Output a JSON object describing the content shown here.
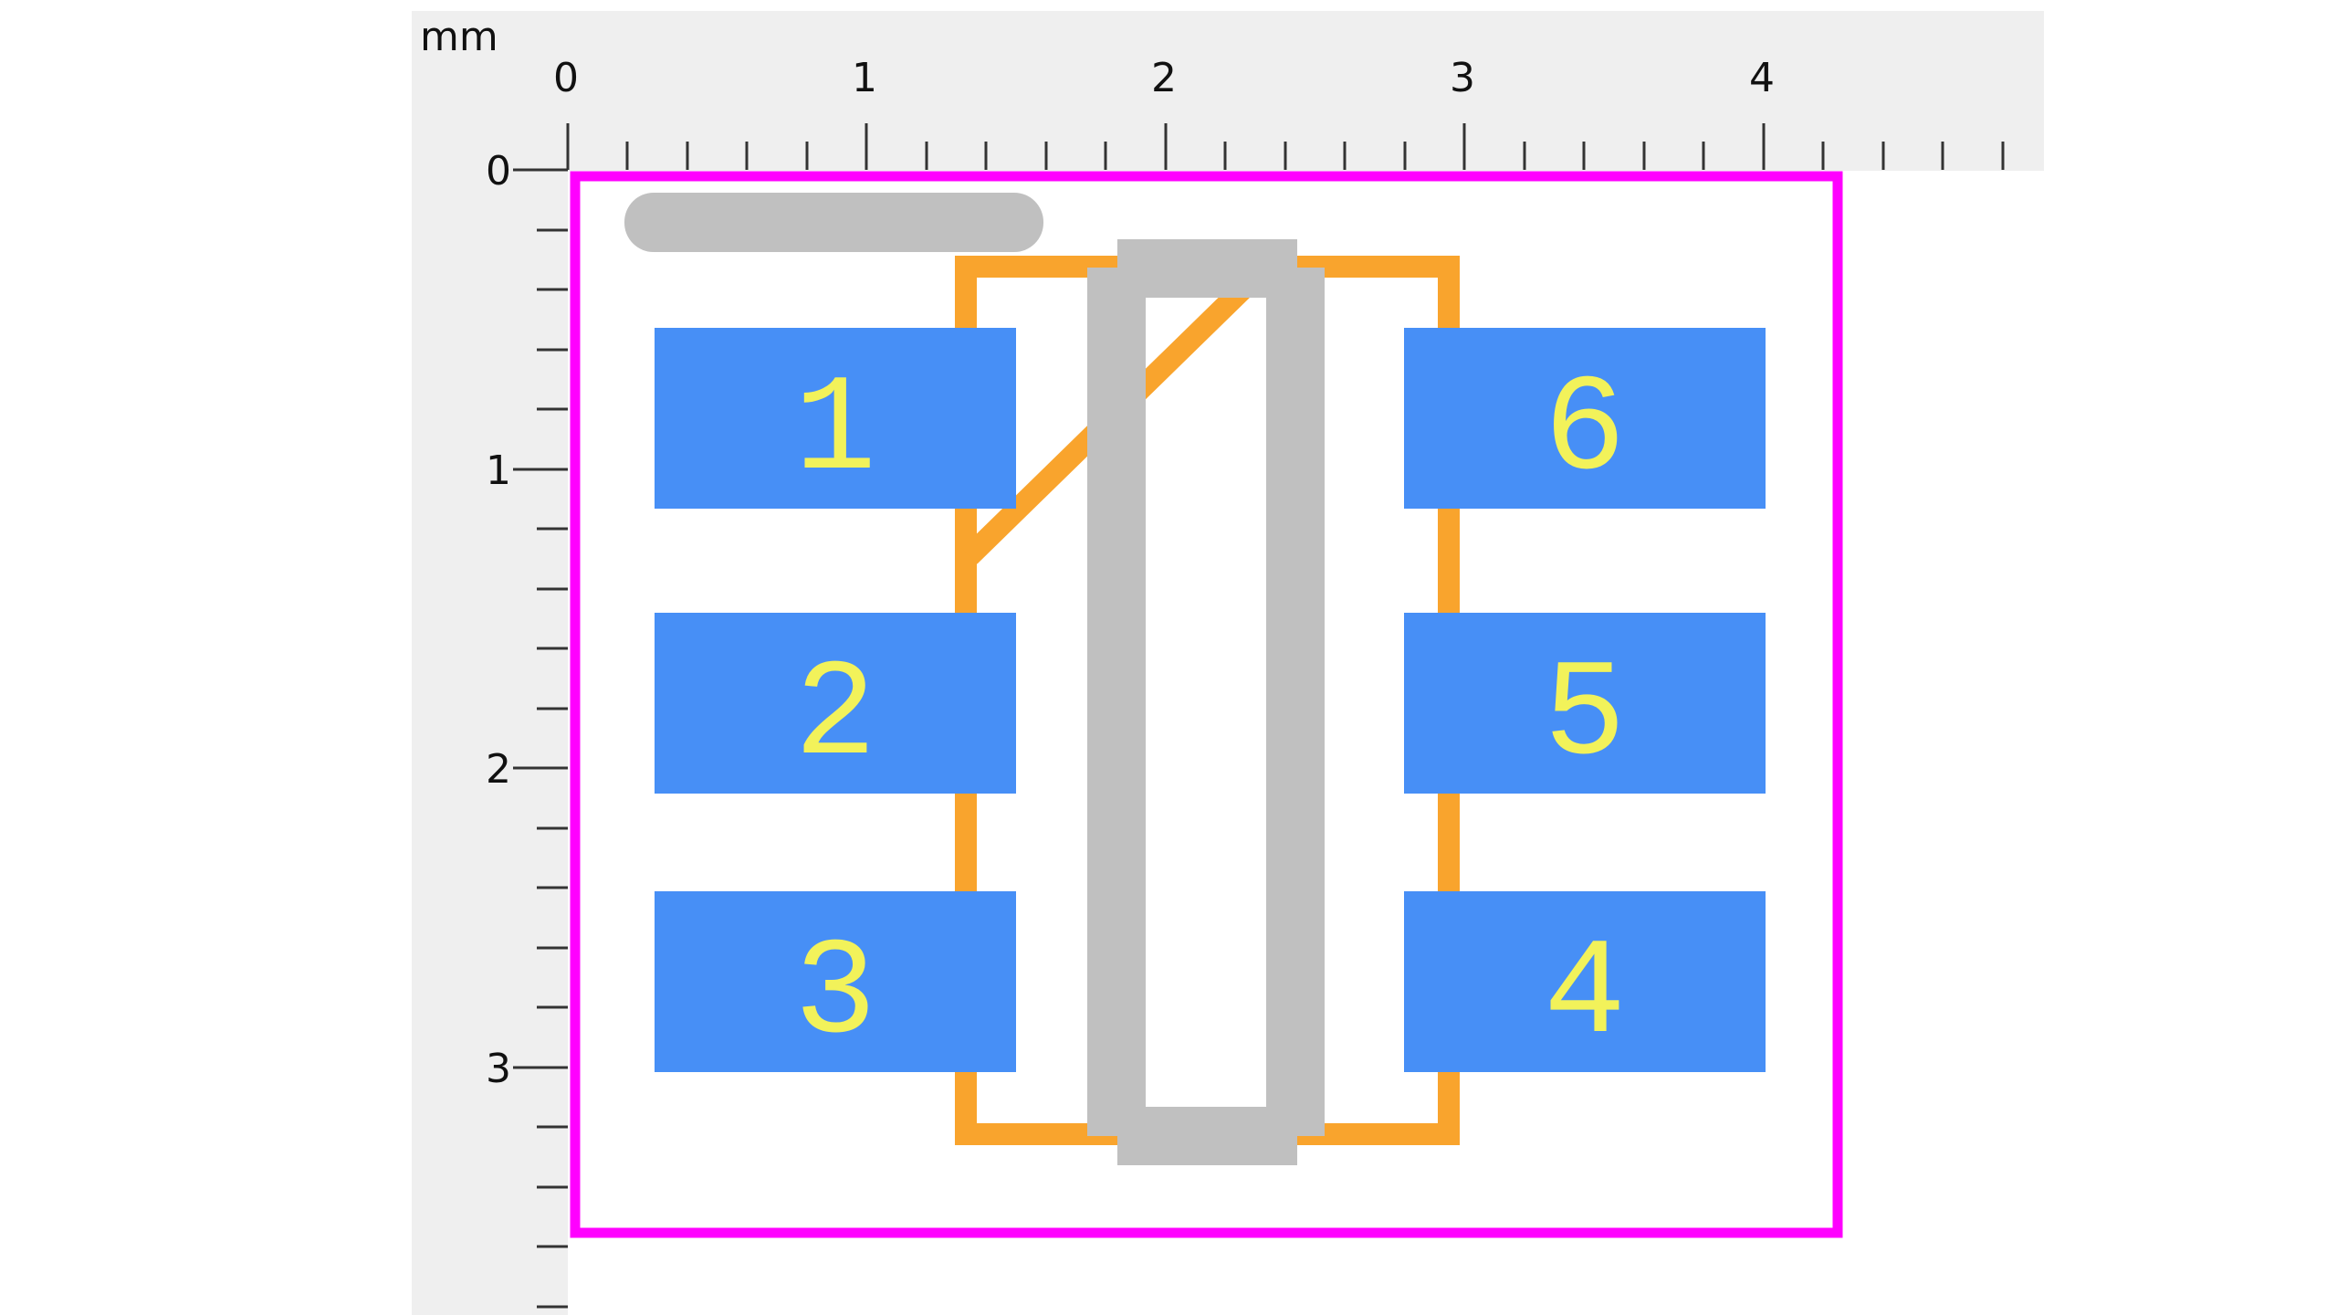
{
  "viewer": {
    "unit_label": "mm",
    "colors": {
      "ruler_background": "#efefef",
      "canvas_background": "#ffffff",
      "tick": "#222222",
      "courtyard": "#ff00ff",
      "silkscreen": "#f9a42d",
      "fab_outline": "#c0c0c0",
      "pad": "#478ff6",
      "pad_label": "#f2f25a"
    }
  },
  "rulers": {
    "top": {
      "labels": [
        "0",
        "1",
        "2",
        "3",
        "4"
      ]
    },
    "left": {
      "labels": [
        "0",
        "1",
        "2",
        "3"
      ]
    }
  },
  "footprint": {
    "pads": [
      {
        "number": "1",
        "side": "left",
        "row": 0
      },
      {
        "number": "2",
        "side": "left",
        "row": 1
      },
      {
        "number": "3",
        "side": "left",
        "row": 2
      },
      {
        "number": "6",
        "side": "right",
        "row": 0
      },
      {
        "number": "5",
        "side": "right",
        "row": 1
      },
      {
        "number": "4",
        "side": "right",
        "row": 2
      }
    ]
  }
}
